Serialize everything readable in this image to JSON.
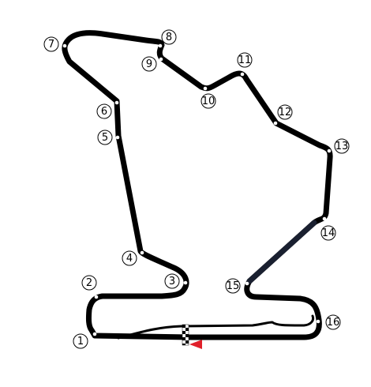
{
  "map": {
    "corners": [
      {
        "number": "1"
      },
      {
        "number": "2"
      },
      {
        "number": "3"
      },
      {
        "number": "4"
      },
      {
        "number": "5"
      },
      {
        "number": "6"
      },
      {
        "number": "7"
      },
      {
        "number": "8"
      },
      {
        "number": "9"
      },
      {
        "number": "10"
      },
      {
        "number": "11"
      },
      {
        "number": "12"
      },
      {
        "number": "13"
      },
      {
        "number": "14"
      },
      {
        "number": "15"
      },
      {
        "number": "16"
      }
    ],
    "colors": {
      "track": "#000000",
      "marker": "#ffffff",
      "direction_arrow": "#e0202a",
      "pit_lane": "#000000"
    }
  }
}
